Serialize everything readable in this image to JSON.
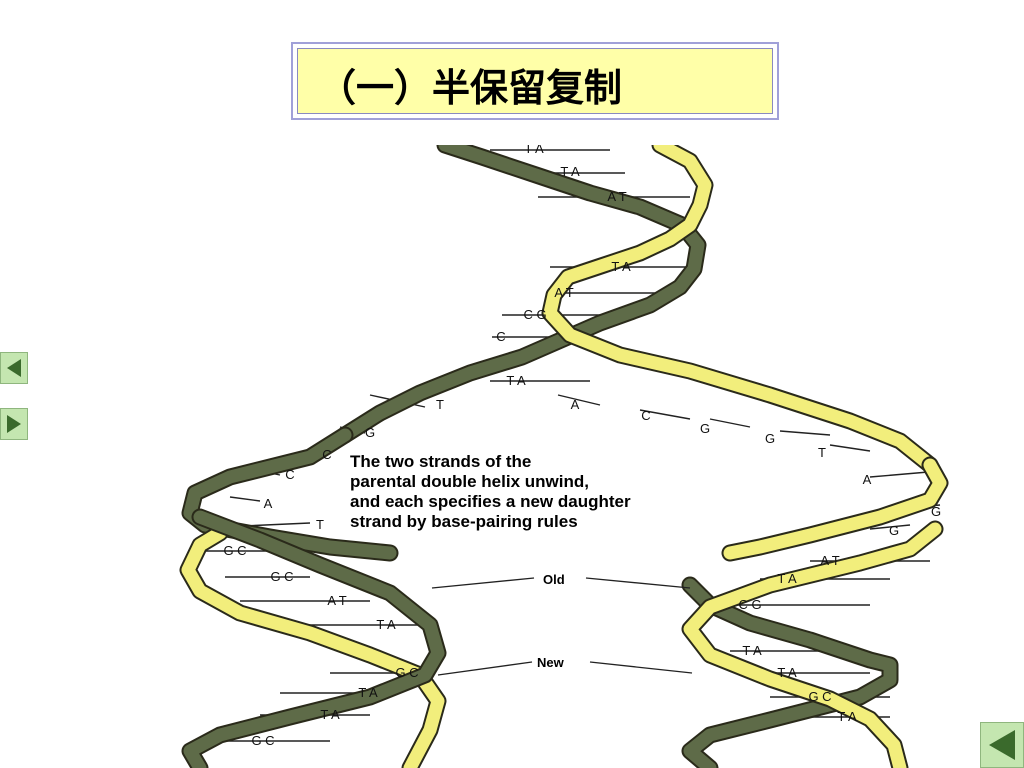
{
  "slide": {
    "title": "（一）半保留复制"
  },
  "navigation": {
    "prev_icon": "left-triangle",
    "next_icon": "right-triangle",
    "back_icon": "left-triangle",
    "button_color": "#c4e6b0",
    "arrow_color": "#3a6a2c"
  },
  "diagram": {
    "caption_lines": [
      "The two strands of the",
      "parental double helix unwind,",
      "and each specifies a new daughter",
      "strand by base-pairing rules"
    ],
    "label_old": "Old",
    "label_new": "New",
    "colors": {
      "old_strand": "#5e6b48",
      "new_strand": "#f2ee7c",
      "strand_outline": "#2a2a1a"
    },
    "top_helix_pairs": [
      "T A",
      "T A",
      "A T",
      "T A",
      "A T",
      "C G",
      "C",
      "T A"
    ],
    "separated_left_bases": [
      "T",
      "G",
      "C",
      "C",
      "A",
      "T"
    ],
    "separated_right_bases": [
      "A",
      "C",
      "G",
      "G",
      "T",
      "A",
      "G",
      "G"
    ],
    "left_daughter_pairs": [
      "G C",
      "G C",
      "A T",
      "T A",
      "G C",
      "T A",
      "T A",
      "G C"
    ],
    "right_daughter_pairs": [
      "A T",
      "T A",
      "C G",
      "T A",
      "T A",
      "G C",
      "T A"
    ]
  }
}
